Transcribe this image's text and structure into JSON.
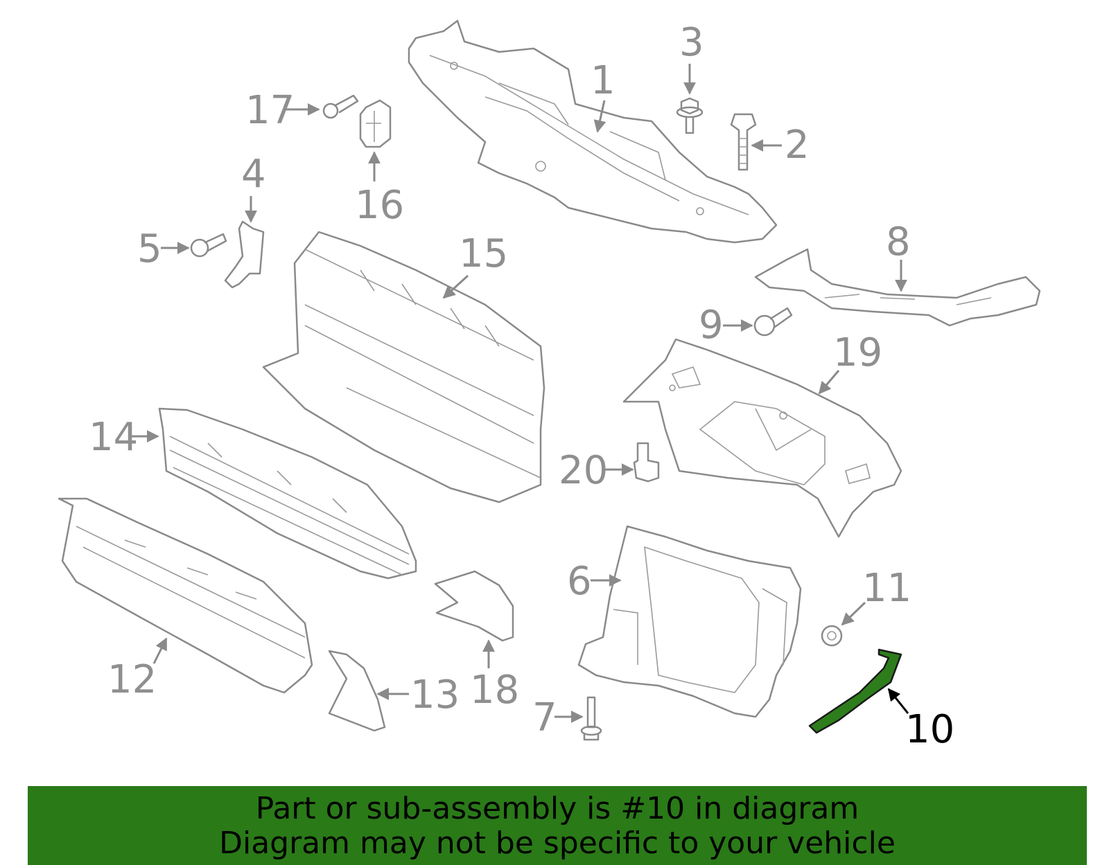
{
  "callouts": [
    "1",
    "2",
    "3",
    "4",
    "5",
    "6",
    "7",
    "8",
    "9",
    "10",
    "11",
    "12",
    "13",
    "14",
    "15",
    "16",
    "17",
    "18",
    "19",
    "20"
  ],
  "highlighted_part": "10",
  "highlight_color": "#2a7a18",
  "banner": {
    "line1": "Part or sub-assembly is #10 in diagram",
    "line2": "Diagram may not be specific to your vehicle"
  }
}
